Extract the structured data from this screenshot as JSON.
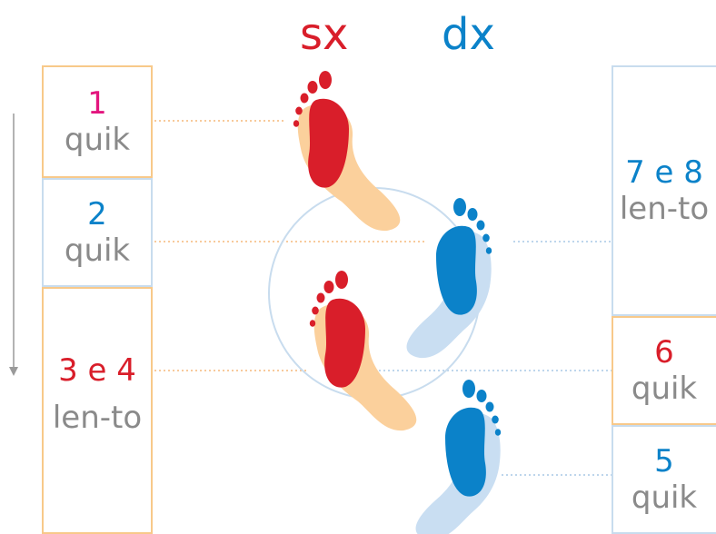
{
  "header": {
    "left_label": "sx",
    "right_label": "dx"
  },
  "left_steps": [
    {
      "number": "1",
      "tempo": "quik"
    },
    {
      "number": "2",
      "tempo": "quik"
    },
    {
      "number": "3 e 4",
      "tempo": "len-to"
    }
  ],
  "right_steps": [
    {
      "number": "7 e 8",
      "tempo": "len-to"
    },
    {
      "number": "6",
      "tempo": "quik"
    },
    {
      "number": "5",
      "tempo": "quik"
    }
  ],
  "colors": {
    "left_foot": "#d91e2a",
    "left_foot_shadow": "#fbd09c",
    "right_foot": "#0b82c9",
    "right_foot_shadow": "#c9def2",
    "orange_border": "#f8c98a",
    "blue_border": "#c8dcee",
    "step1_number": "#e3157e"
  },
  "icons": [
    "down-arrow-icon",
    "left-footprint-icon",
    "right-footprint-icon",
    "circle-highlight"
  ]
}
